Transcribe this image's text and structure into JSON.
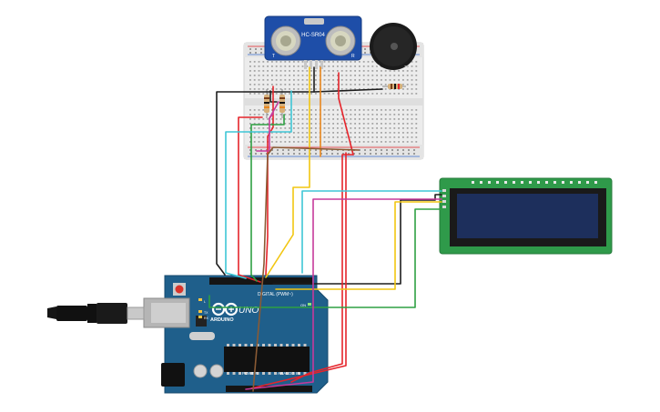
{
  "sensor": {
    "model_label": "HC-SR04",
    "left_mark": "T",
    "right_mark": "R"
  },
  "buzzer": {
    "plus_label": "+",
    "minus_label": "−"
  },
  "arduino": {
    "brand_label": "ARDUINO",
    "model_label": "UNO",
    "digital_label": "DIGITAL (PWM~)",
    "power_label": "POWER",
    "analog_label": "ANALOG IN",
    "tx_label": "TX",
    "rx_label": "RX",
    "l_label": "L",
    "on_label": "ON"
  },
  "colors": {
    "breadboard": "#ececec",
    "arduino_board": "#1f5f8b",
    "lcd_board": "#2f9a4a",
    "lcd_screen": "#1d2f5c",
    "sensor_board": "#1e4ea8",
    "wire_red": "#e5242b",
    "wire_black": "#1d1d1d",
    "wire_yellow": "#f2c611",
    "wire_green": "#2ea043",
    "wire_cyan": "#3ec6d6",
    "wire_magenta": "#c63a9b",
    "wire_brown": "#8a5a34",
    "wire_orange": "#e8871e"
  }
}
